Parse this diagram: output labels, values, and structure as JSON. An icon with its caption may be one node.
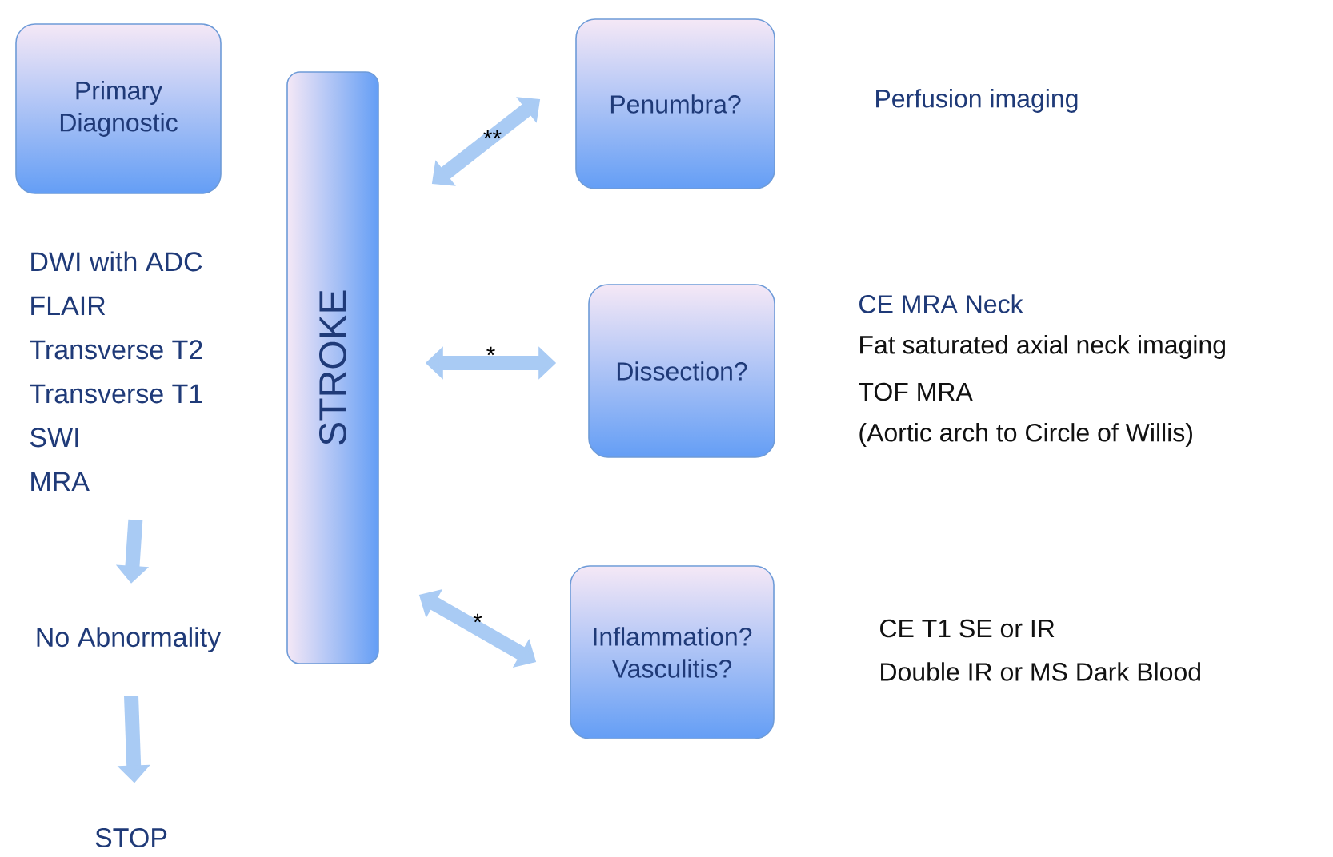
{
  "diagram": {
    "nodes": [
      {
        "text": [
          "Primary Diagnostic"
        ]
      },
      {
        "text": [
          "STROKE"
        ]
      },
      {
        "text": [
          "Penumbra?"
        ],
        "beside": [
          "Perfusion imaging"
        ]
      },
      {
        "text": [
          "Dissection?"
        ],
        "beside": [
          "CE MRA Neck",
          "Fat saturated axial neck imaging",
          "TOF MRA",
          "(Aortic arch to Circle of Willis)"
        ]
      },
      {
        "text": [
          "Inflammation? Vasculitis?"
        ],
        "beside": [
          "CE T1 SE or IR",
          "Double IR or MS Dark Blood"
        ]
      },
      {
        "text": [
          "DWI with ADC",
          "FLAIR",
          "Transverse T2",
          "Transverse T1",
          "SWI",
          "MRA"
        ]
      },
      {
        "text": [
          "No Abnormality"
        ]
      },
      {
        "text": [
          "STOP"
        ]
      }
    ],
    "edges": [
      {
        "from": 5,
        "to": 6,
        "arrow": "to"
      },
      {
        "from": 6,
        "to": 7,
        "arrow": "to"
      },
      {
        "from": 1,
        "to": 2,
        "arrow": "both",
        "label": "**"
      },
      {
        "from": 1,
        "to": 3,
        "arrow": "both",
        "label": "*"
      },
      {
        "from": 1,
        "to": 4,
        "arrow": "both",
        "label": "*"
      }
    ]
  }
}
